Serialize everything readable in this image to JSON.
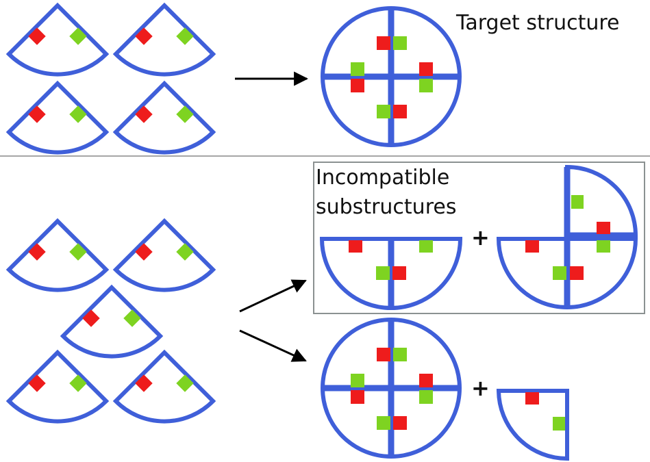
{
  "labels": {
    "target": "Target structure",
    "incompatible_line1": "Incompatible",
    "incompatible_line2": "substructures",
    "plus": "+"
  },
  "colors": {
    "outline": "#3f5fd9",
    "patch_red": "#ee1c1c",
    "patch_green": "#7ed321",
    "arrow": "#000000",
    "divider": "#888888",
    "box_border": "#8b9191"
  }
}
